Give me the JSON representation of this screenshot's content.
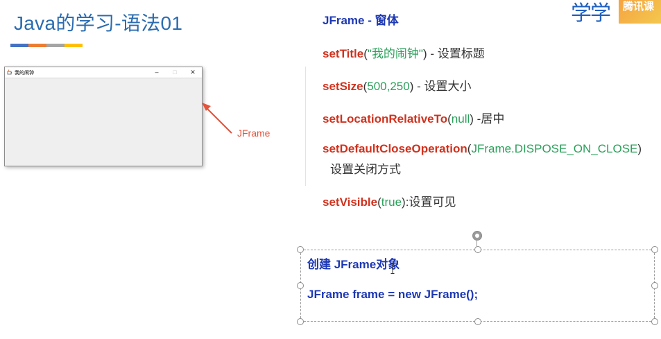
{
  "slide": {
    "title": "Java的学习-语法01",
    "title_bar_colors": [
      "#4472c4",
      "#ed7d31",
      "#a5a5a5",
      "#ffc000"
    ]
  },
  "window_preview": {
    "title": "我的闹钟",
    "minimize": "–",
    "maximize": "□",
    "close": "✕",
    "annotation": "JFrame"
  },
  "logo": {
    "text": "学学",
    "badge": "腾讯课"
  },
  "methods": {
    "heading": {
      "name": "JFrame",
      "sep": " - ",
      "desc": "窗体"
    },
    "setTitle": {
      "name": "setTitle",
      "open": "(",
      "arg": "\"我的闹钟\"",
      "close": ")",
      "desc": " - 设置标题"
    },
    "setSize": {
      "name": "setSize",
      "open": "(",
      "arg": "500,250",
      "close": ")",
      "desc": "  - 设置大小"
    },
    "setLocation": {
      "name": "setLocationRelativeTo",
      "open": "(",
      "arg": "null",
      "close": ")",
      "desc": "   -居中"
    },
    "setClose": {
      "name": "setDefaultCloseOperation",
      "open": "(",
      "arg": "JFrame.DISPOSE_ON_CLOSE",
      "close": ")",
      "desc": "设置关闭方式"
    },
    "setVisible": {
      "name": "setVisible",
      "open": "(",
      "arg": "true",
      "close": ")",
      "desc": ":设置可见"
    }
  },
  "textbox": {
    "line1": "创建 JFrame对象",
    "line2": "JFrame  frame = new JFrame();"
  }
}
